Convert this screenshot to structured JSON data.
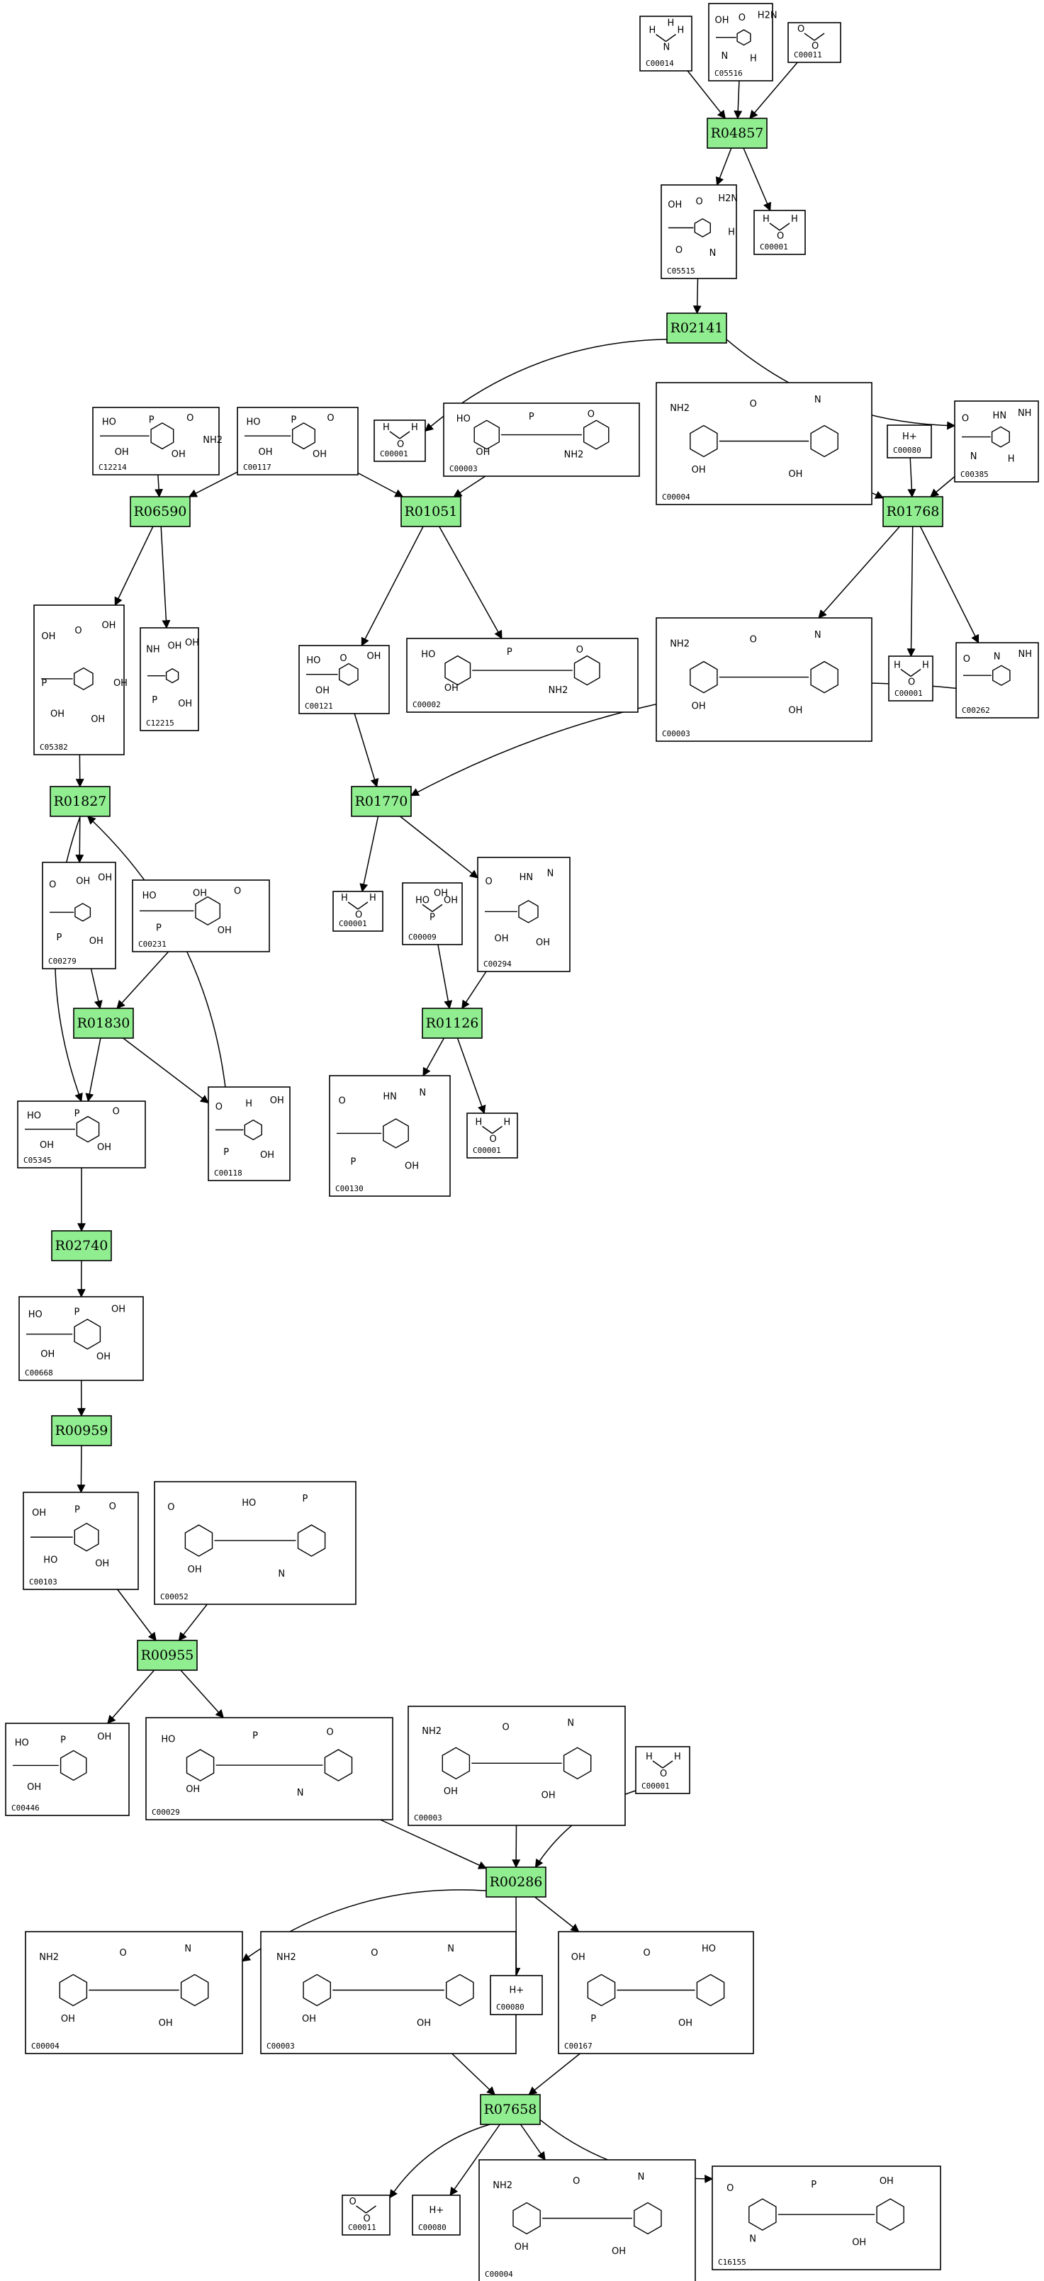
{
  "reactions": [
    {
      "id": "R04857",
      "label": "R04857"
    },
    {
      "id": "R02141",
      "label": "R02141"
    },
    {
      "id": "R06590",
      "label": "R06590"
    },
    {
      "id": "R01051",
      "label": "R01051"
    },
    {
      "id": "R01768",
      "label": "R01768"
    },
    {
      "id": "R01827",
      "label": "R01827"
    },
    {
      "id": "R01770",
      "label": "R01770"
    },
    {
      "id": "R01830",
      "label": "R01830"
    },
    {
      "id": "R01126",
      "label": "R01126"
    },
    {
      "id": "R02740",
      "label": "R02740"
    },
    {
      "id": "R00959",
      "label": "R00959"
    },
    {
      "id": "R00955",
      "label": "R00955"
    },
    {
      "id": "R00286",
      "label": "R00286"
    },
    {
      "id": "R07658",
      "label": "R07658"
    }
  ],
  "compounds": [
    {
      "id": "c1",
      "code": "C00014",
      "atoms": [
        "H",
        "N",
        "H",
        "H"
      ],
      "kind": "small"
    },
    {
      "id": "c2",
      "code": "C05516",
      "atoms": [
        "OH",
        "O",
        "H2N",
        "N",
        "H"
      ],
      "kind": "ring"
    },
    {
      "id": "c3",
      "code": "C00011",
      "atoms": [
        "O",
        "O"
      ],
      "kind": "small"
    },
    {
      "id": "c4",
      "code": "C05515",
      "atoms": [
        "OH",
        "O",
        "H2N",
        "O",
        "N",
        "H"
      ],
      "kind": "ring"
    },
    {
      "id": "c5",
      "code": "C00001",
      "atoms": [
        "H",
        "O",
        "H"
      ],
      "kind": "small"
    },
    {
      "id": "c6",
      "code": "C00001",
      "atoms": [
        "H",
        "O",
        "H"
      ],
      "kind": "small"
    },
    {
      "id": "c7",
      "code": "C12214",
      "atoms": [
        "HO",
        "P",
        "O",
        "OH",
        "OH",
        "NH2"
      ],
      "kind": "sugar"
    },
    {
      "id": "c8",
      "code": "C00117",
      "atoms": [
        "HO",
        "P",
        "O",
        "OH",
        "OH"
      ],
      "kind": "sugar"
    },
    {
      "id": "c9",
      "code": "C00003",
      "atoms": [
        "HO",
        "P",
        "O",
        "OH",
        "NH2"
      ],
      "kind": "nucleotide"
    },
    {
      "id": "c10",
      "code": "C00004",
      "atoms": [
        "NH2",
        "O",
        "N",
        "OH",
        "OH"
      ],
      "kind": "nad"
    },
    {
      "id": "c11",
      "code": "C00080",
      "atoms": [
        "H+"
      ],
      "kind": "small"
    },
    {
      "id": "c12",
      "code": "C00385",
      "atoms": [
        "O",
        "HN",
        "NH",
        "N",
        "H"
      ],
      "kind": "ring"
    },
    {
      "id": "c13",
      "code": "C05382",
      "atoms": [
        "OH",
        "O",
        "OH",
        "OH",
        "OH",
        "OH",
        "P"
      ],
      "kind": "chain"
    },
    {
      "id": "c14",
      "code": "C12215",
      "atoms": [
        "NH",
        "OH",
        "OH",
        "P",
        "OH"
      ],
      "kind": "chain"
    },
    {
      "id": "c15",
      "code": "C00121",
      "atoms": [
        "HO",
        "O",
        "OH",
        "OH"
      ],
      "kind": "sugar"
    },
    {
      "id": "c16",
      "code": "C00002",
      "atoms": [
        "HO",
        "P",
        "O",
        "OH",
        "NH2"
      ],
      "kind": "nucleotide"
    },
    {
      "id": "c17",
      "code": "C00003",
      "atoms": [
        "NH2",
        "O",
        "N",
        "OH",
        "OH"
      ],
      "kind": "nad"
    },
    {
      "id": "c18",
      "code": "C00001",
      "atoms": [
        "H",
        "O",
        "H"
      ],
      "kind": "small"
    },
    {
      "id": "c19",
      "code": "C00262",
      "atoms": [
        "O",
        "N",
        "NH"
      ],
      "kind": "ring"
    },
    {
      "id": "c20",
      "code": "C00279",
      "atoms": [
        "O",
        "OH",
        "OH",
        "P",
        "OH"
      ],
      "kind": "chain"
    },
    {
      "id": "c21",
      "code": "C00231",
      "atoms": [
        "HO",
        "OH",
        "O",
        "P",
        "OH"
      ],
      "kind": "chain"
    },
    {
      "id": "c22",
      "code": "C00001",
      "atoms": [
        "H",
        "O",
        "H"
      ],
      "kind": "small"
    },
    {
      "id": "c23",
      "code": "C00009",
      "atoms": [
        "HO",
        "P",
        "OH",
        "OH"
      ],
      "kind": "small"
    },
    {
      "id": "c24",
      "code": "C00294",
      "atoms": [
        "O",
        "HN",
        "N",
        "OH",
        "OH"
      ],
      "kind": "nucleoside"
    },
    {
      "id": "c25",
      "code": "C05345",
      "atoms": [
        "HO",
        "P",
        "O",
        "OH",
        "OH"
      ],
      "kind": "sugar"
    },
    {
      "id": "c26",
      "code": "C00118",
      "atoms": [
        "O",
        "H",
        "OH",
        "P",
        "OH"
      ],
      "kind": "chain"
    },
    {
      "id": "c27",
      "code": "C00130",
      "atoms": [
        "O",
        "HN",
        "N",
        "P",
        "OH"
      ],
      "kind": "nucleoside"
    },
    {
      "id": "c28",
      "code": "C00001",
      "atoms": [
        "H",
        "O",
        "H"
      ],
      "kind": "small"
    },
    {
      "id": "c29",
      "code": "C00668",
      "atoms": [
        "HO",
        "P",
        "OH",
        "OH",
        "OH"
      ],
      "kind": "sugar"
    },
    {
      "id": "c30",
      "code": "C00103",
      "atoms": [
        "OH",
        "P",
        "O",
        "HO",
        "OH"
      ],
      "kind": "sugar"
    },
    {
      "id": "c31",
      "code": "C00052",
      "atoms": [
        "O",
        "HO",
        "P",
        "OH",
        "N"
      ],
      "kind": "nucleotide"
    },
    {
      "id": "c32",
      "code": "C00446",
      "atoms": [
        "HO",
        "P",
        "OH",
        "OH"
      ],
      "kind": "sugar"
    },
    {
      "id": "c33",
      "code": "C00029",
      "atoms": [
        "HO",
        "P",
        "O",
        "OH",
        "N"
      ],
      "kind": "nucleotide"
    },
    {
      "id": "c34",
      "code": "C00003",
      "atoms": [
        "NH2",
        "O",
        "N",
        "OH",
        "OH"
      ],
      "kind": "nad"
    },
    {
      "id": "c35",
      "code": "C00001",
      "atoms": [
        "H",
        "O",
        "H"
      ],
      "kind": "small"
    },
    {
      "id": "c36",
      "code": "C00004",
      "atoms": [
        "NH2",
        "O",
        "N",
        "OH",
        "OH"
      ],
      "kind": "nad"
    },
    {
      "id": "c37",
      "code": "C00003",
      "atoms": [
        "NH2",
        "O",
        "N",
        "OH",
        "OH"
      ],
      "kind": "nad"
    },
    {
      "id": "c38",
      "code": "C00080",
      "atoms": [
        "H+"
      ],
      "kind": "small"
    },
    {
      "id": "c39",
      "code": "C00167",
      "atoms": [
        "OH",
        "O",
        "HO",
        "P",
        "OH"
      ],
      "kind": "nucleotide"
    },
    {
      "id": "c40",
      "code": "C00011",
      "atoms": [
        "O",
        "O"
      ],
      "kind": "small"
    },
    {
      "id": "c41",
      "code": "C00080",
      "atoms": [
        "H+"
      ],
      "kind": "small"
    },
    {
      "id": "c42",
      "code": "C00004",
      "atoms": [
        "NH2",
        "O",
        "N",
        "OH",
        "OH"
      ],
      "kind": "nad"
    },
    {
      "id": "c43",
      "code": "C16155",
      "atoms": [
        "O",
        "P",
        "OH",
        "N",
        "OH"
      ],
      "kind": "nucleotide"
    }
  ]
}
